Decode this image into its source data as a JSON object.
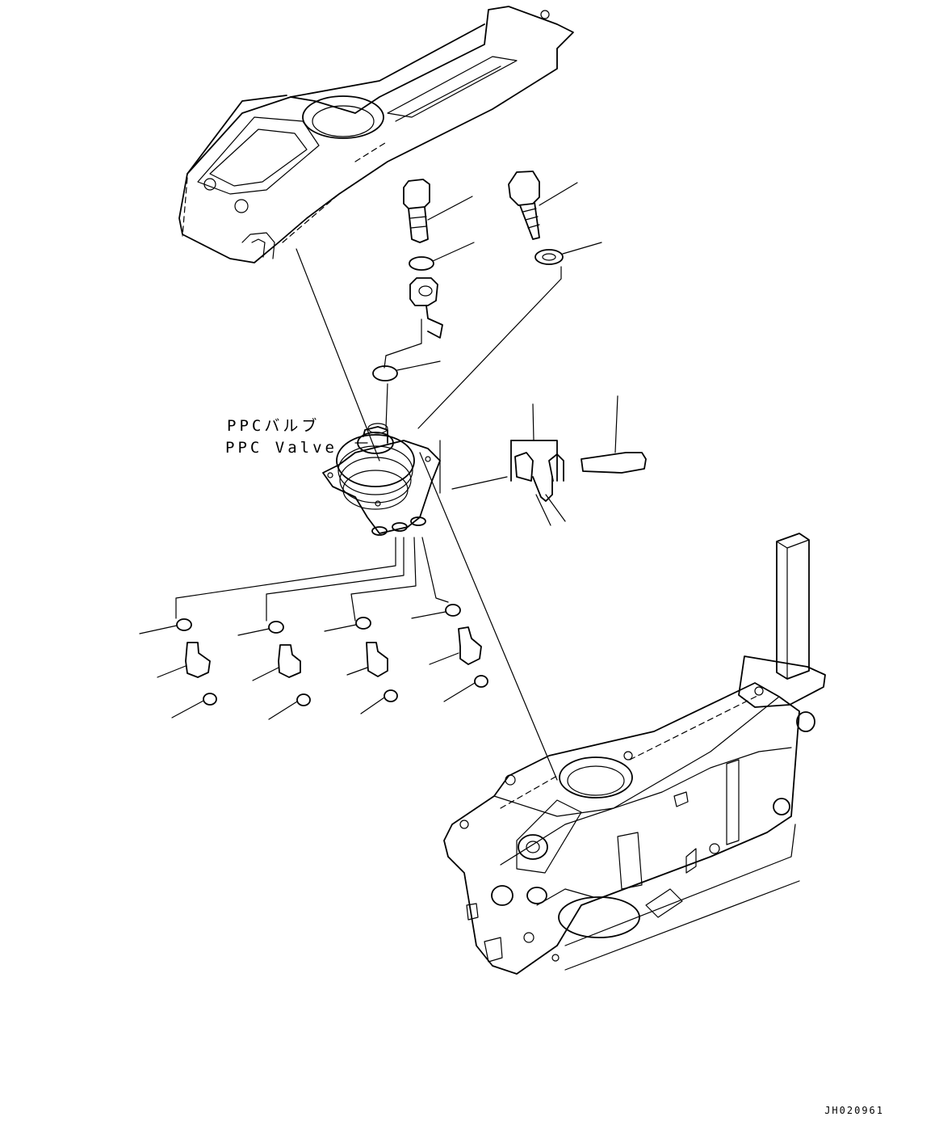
{
  "callout": {
    "label_jp": "PPCバルブ",
    "label_en": "PPC Valve"
  },
  "drawing_id": "JH020961"
}
